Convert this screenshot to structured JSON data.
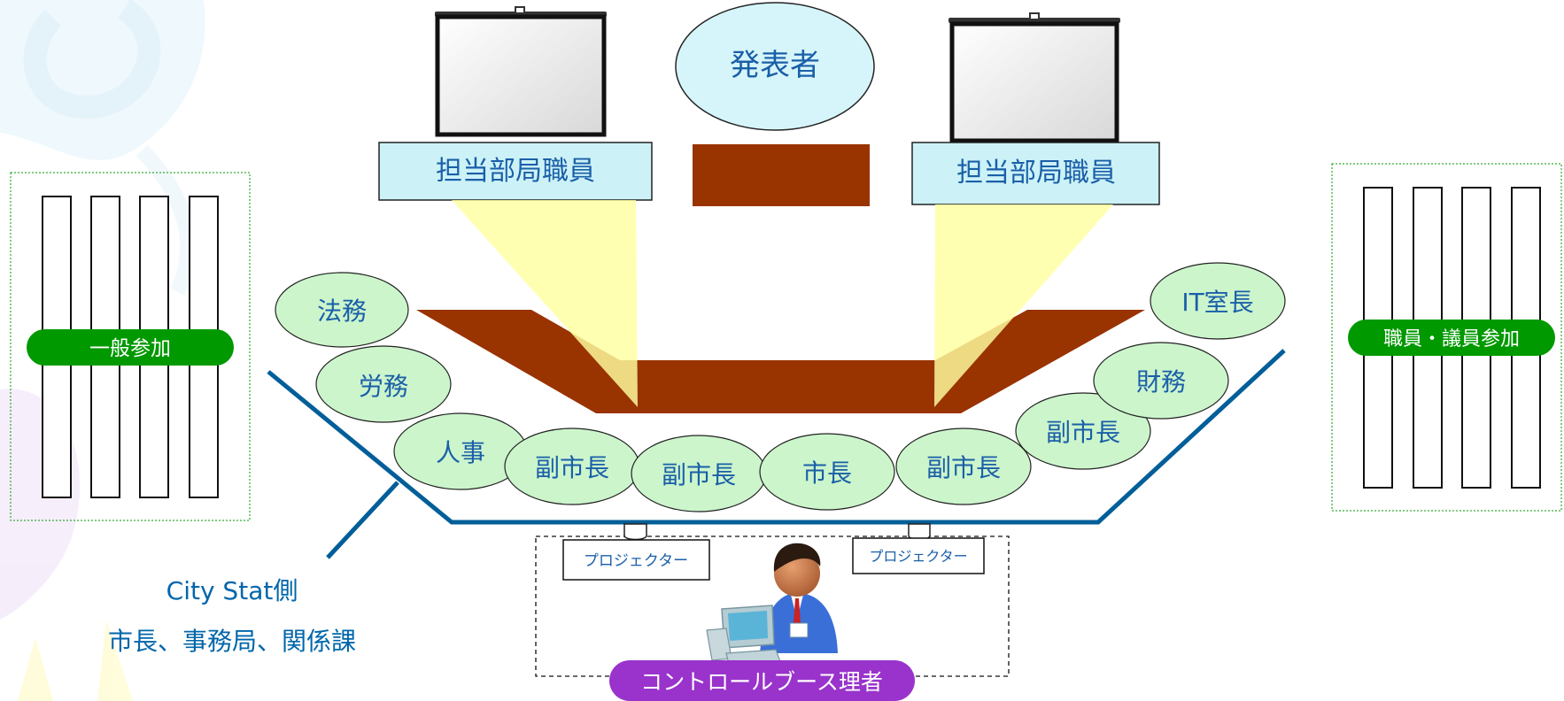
{
  "presenter": "発表者",
  "screen_labels": [
    "担当部局職員",
    "担当部局職員"
  ],
  "seats": [
    "法務",
    "労務",
    "人事",
    "副市長",
    "副市長",
    "市長",
    "副市長",
    "副市長",
    "財務",
    "IT室長"
  ],
  "general_audience_label": "一般参加",
  "staff_audience_label": "職員・議員参加",
  "projector_labels": [
    "プロジェクター",
    "プロジェクター"
  ],
  "booth_label": "コントロールブース理者",
  "citystat_side": {
    "title": "City Stat側",
    "subtitle": "市長、事務局、関係課"
  },
  "colors": {
    "seat_fill": "#ccf5cc",
    "presenter_fill": "#d6f5fa",
    "label_box_fill": "#ccf2f7",
    "table_brown": "#993300",
    "beam_yellow": "#ffffa8",
    "line_blue": "#005e99",
    "audience_badge": "#009900",
    "booth_badge": "#9933cc",
    "text_blue": "#0066aa"
  },
  "icons": [
    "projection-screen-icon",
    "projector-icon",
    "operator-at-computer-icon"
  ]
}
